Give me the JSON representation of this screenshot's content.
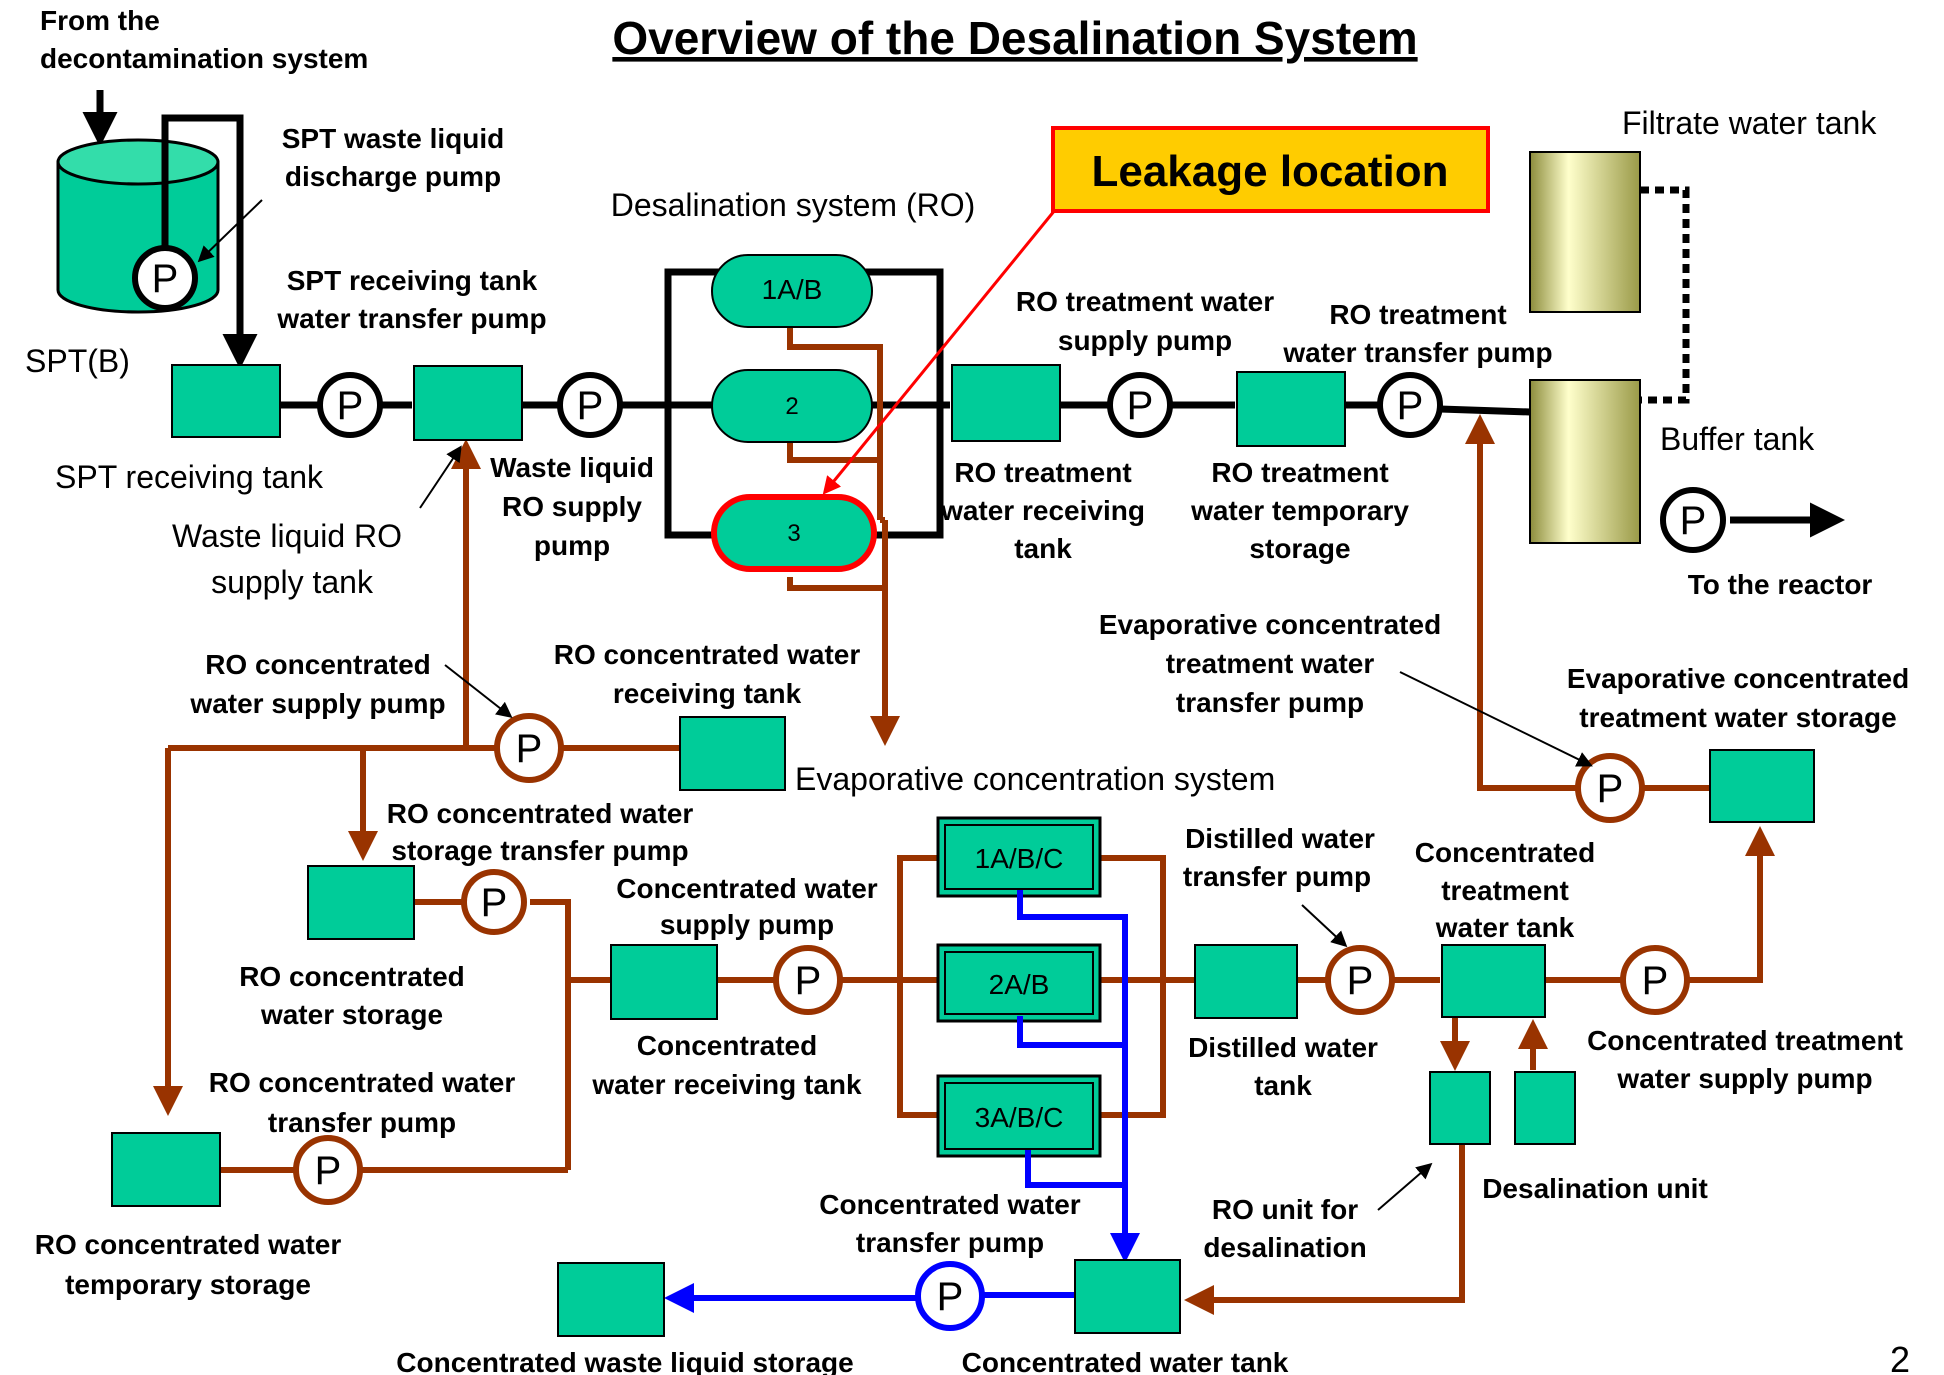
{
  "title": "Overview of the Desalination System",
  "leakage": "Leakage location",
  "page_number": "2",
  "pump_letter": "P",
  "labels": {
    "from_decon": [
      "From the",
      "decontamination system"
    ],
    "spt_waste_pump": [
      "SPT waste liquid",
      "discharge pump"
    ],
    "spt_b": "SPT(B)",
    "spt_recv_pump": [
      "SPT receiving tank",
      "water transfer pump"
    ],
    "spt_recv_tank": "SPT receiving tank",
    "waste_ro_supply_tank": [
      "Waste liquid RO",
      "supply tank"
    ],
    "waste_ro_supply_pump": [
      "Waste liquid",
      "RO supply",
      "pump"
    ],
    "desal_ro": "Desalination system (RO)",
    "ro_treat_supply_pump": [
      "RO treatment water",
      "supply pump"
    ],
    "ro_treat_transfer_pump": [
      "RO treatment",
      "water transfer pump"
    ],
    "ro_treat_recv_tank": [
      "RO treatment",
      "water receiving",
      "tank"
    ],
    "ro_treat_temp": [
      "RO treatment",
      "water temporary",
      "storage"
    ],
    "filtrate_tank": "Filtrate water tank",
    "buffer_tank": "Buffer tank",
    "to_reactor": "To the reactor",
    "evap_conc_transfer_pump": [
      "Evaporative concentrated",
      "treatment water",
      "transfer pump"
    ],
    "evap_conc_storage": [
      "Evaporative concentrated",
      "treatment water storage"
    ],
    "ro_conc_supply_pump": [
      "RO concentrated",
      "water supply pump"
    ],
    "ro_conc_recv_tank": [
      "RO concentrated water",
      "receiving tank"
    ],
    "evap_system": "Evaporative concentration system",
    "ro_conc_storage_pump": [
      "RO concentrated water",
      "storage transfer pump"
    ],
    "ro_conc_storage": [
      "RO concentrated",
      "water storage"
    ],
    "conc_supply_pump": [
      "Concentrated water",
      "supply pump"
    ],
    "conc_recv_tank": [
      "Concentrated",
      "water receiving tank"
    ],
    "distilled_pump": [
      "Distilled water",
      "transfer pump"
    ],
    "conc_treat_tank": [
      "Concentrated",
      "treatment",
      "water tank"
    ],
    "distilled_tank": [
      "Distilled water",
      "tank"
    ],
    "conc_treat_supply_pump": [
      "Concentrated treatment",
      "water supply pump"
    ],
    "ro_conc_transfer_pump": [
      "RO concentrated water",
      "transfer pump"
    ],
    "desal_unit": "Desalination unit",
    "ro_conc_temp": [
      "RO concentrated water",
      "temporary storage"
    ],
    "conc_transfer_pump": [
      "Concentrated water",
      "transfer pump"
    ],
    "ro_unit_desal": [
      "RO unit for",
      "desalination"
    ],
    "conc_waste_storage": "Concentrated waste liquid storage",
    "conc_tank": "Concentrated water tank"
  },
  "vessels": {
    "ro_1": "1A/B",
    "ro_2": "2",
    "ro_3": "3",
    "evap_1": "1A/B/C",
    "evap_2": "2A/B",
    "evap_3": "3A/B/C"
  },
  "colors": {
    "tank_fill": "#00CC99",
    "brown_line": "#993300",
    "blue_line": "#0000FF",
    "leak_red": "#FF0000",
    "leak_box_fill": "#FFCC00",
    "buffer_fill": "#D4D48A"
  }
}
